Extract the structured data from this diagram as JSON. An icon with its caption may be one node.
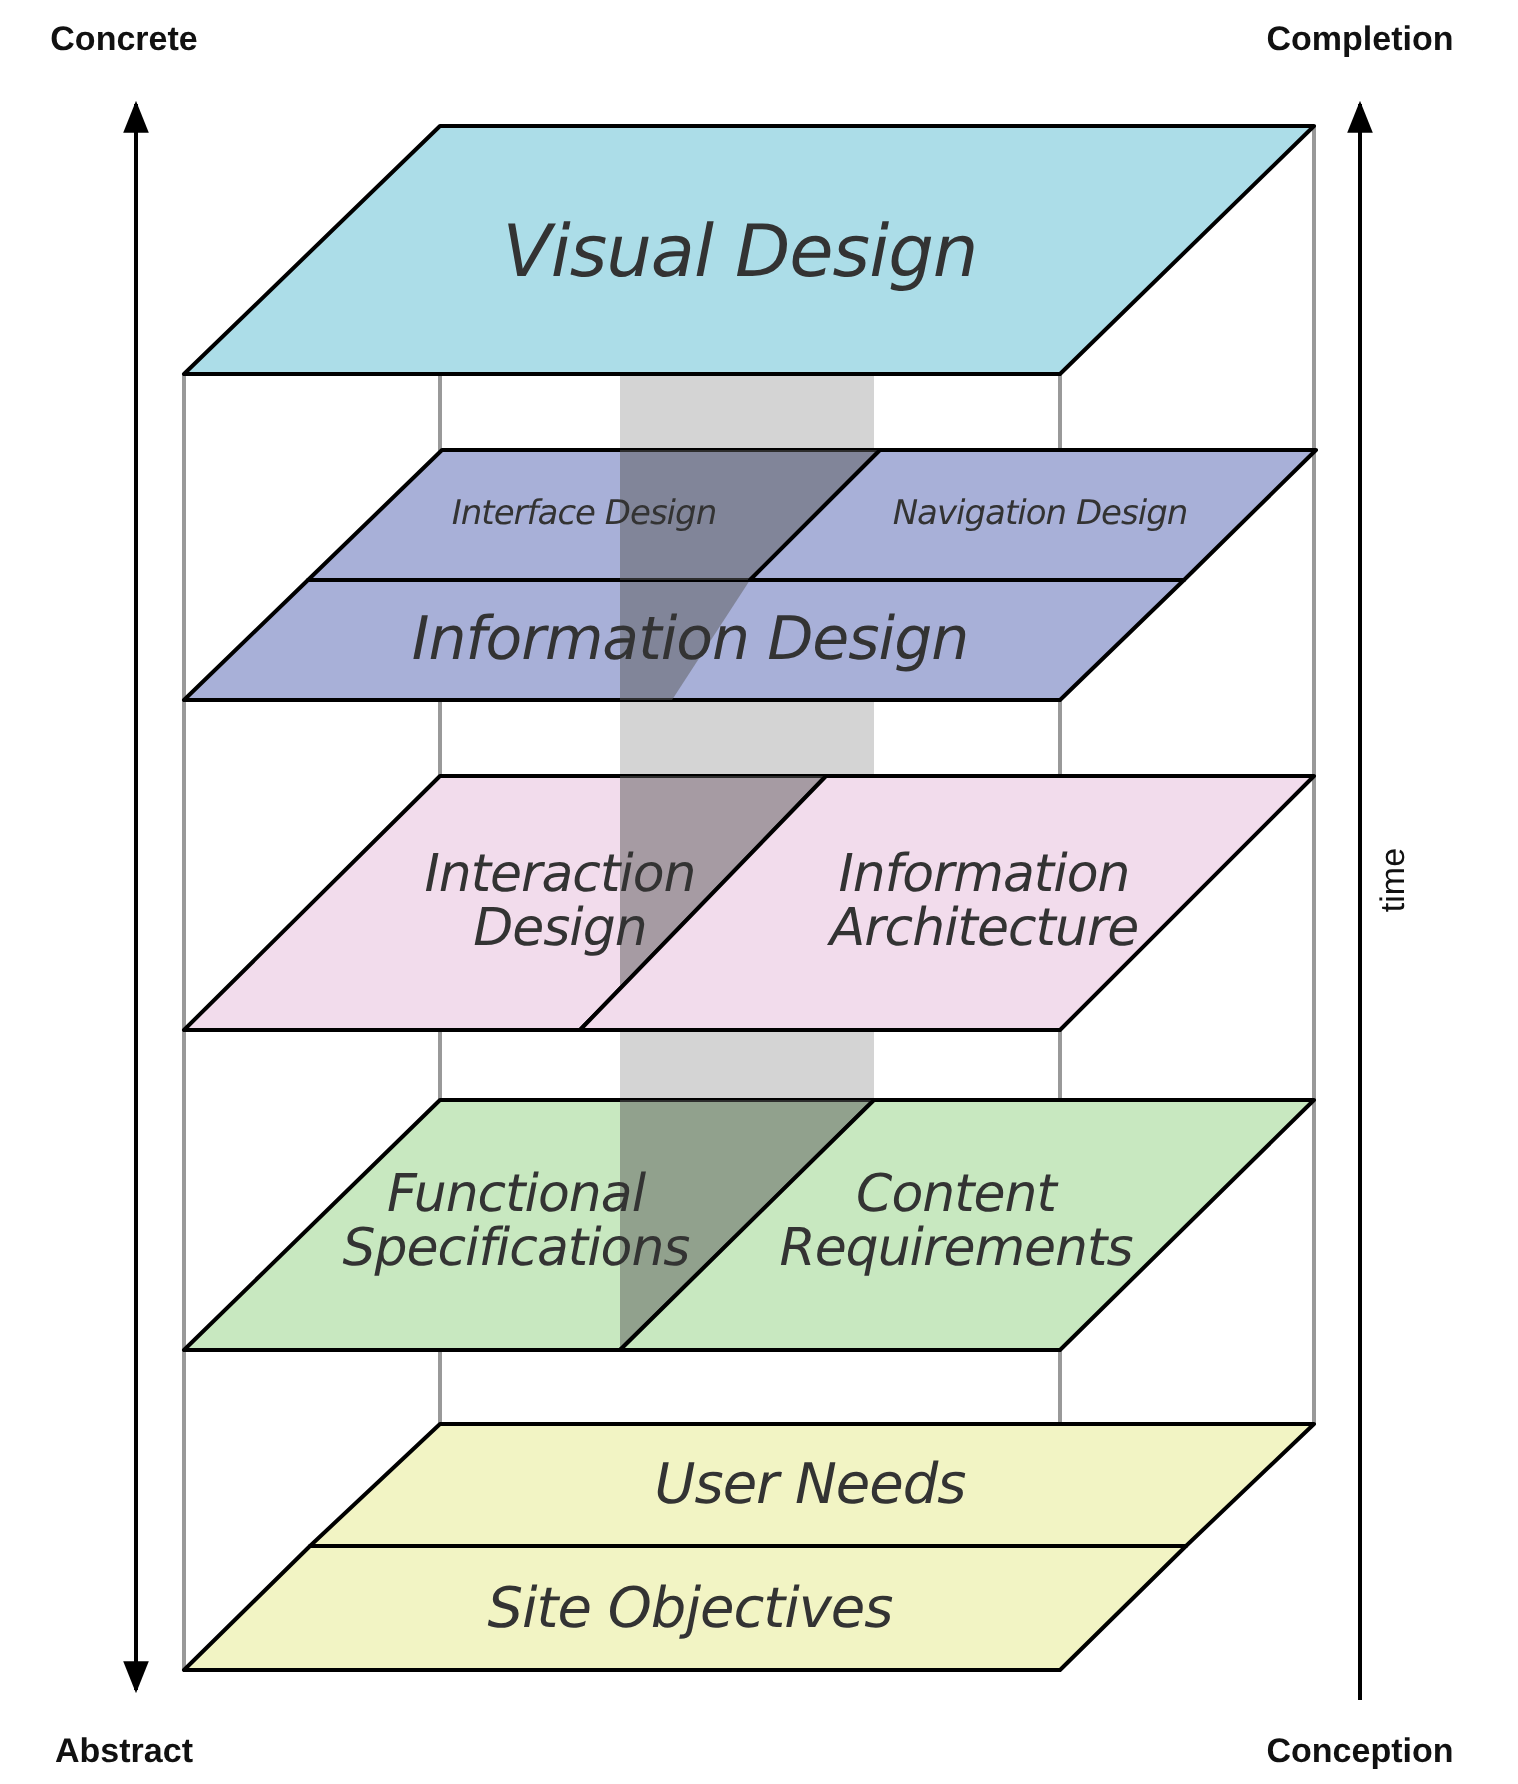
{
  "diagram": {
    "nodes": [
      {
        "text": [
          "Visual Design"
        ]
      },
      {
        "text": [
          "Interface Design"
        ]
      },
      {
        "text": [
          "Navigation Design"
        ]
      },
      {
        "text": [
          "Information Design"
        ]
      },
      {
        "text": [
          "Interaction Design"
        ]
      },
      {
        "text": [
          "Information Architecture"
        ]
      },
      {
        "text": [
          "Functional Specifications"
        ]
      },
      {
        "text": [
          "Content Requirements"
        ]
      },
      {
        "text": [
          "User Needs"
        ]
      },
      {
        "text": [
          "Site Objectives"
        ]
      }
    ],
    "labels": [
      "Concrete",
      "Completion",
      "time",
      "Abstract",
      "Conception"
    ]
  }
}
